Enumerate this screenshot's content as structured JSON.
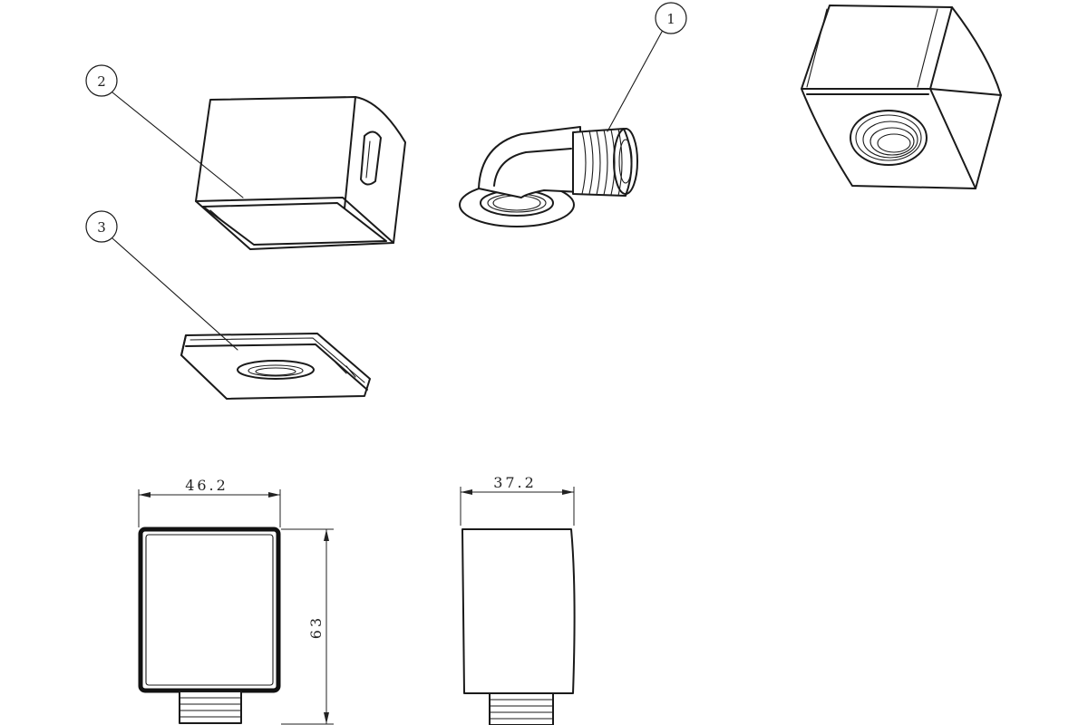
{
  "balloons": {
    "item_1": "1",
    "item_2": "2",
    "item_3": "3"
  },
  "dimensions": {
    "front_width": "46.2",
    "side_width": "37.2",
    "height": "63"
  },
  "colors": {
    "line": "#1a1a1a",
    "background": "#ffffff"
  },
  "icons": [
    "elbow-fitting-icon",
    "cover-housing-icon",
    "mounting-plate-icon",
    "assembled-cube-icon"
  ]
}
